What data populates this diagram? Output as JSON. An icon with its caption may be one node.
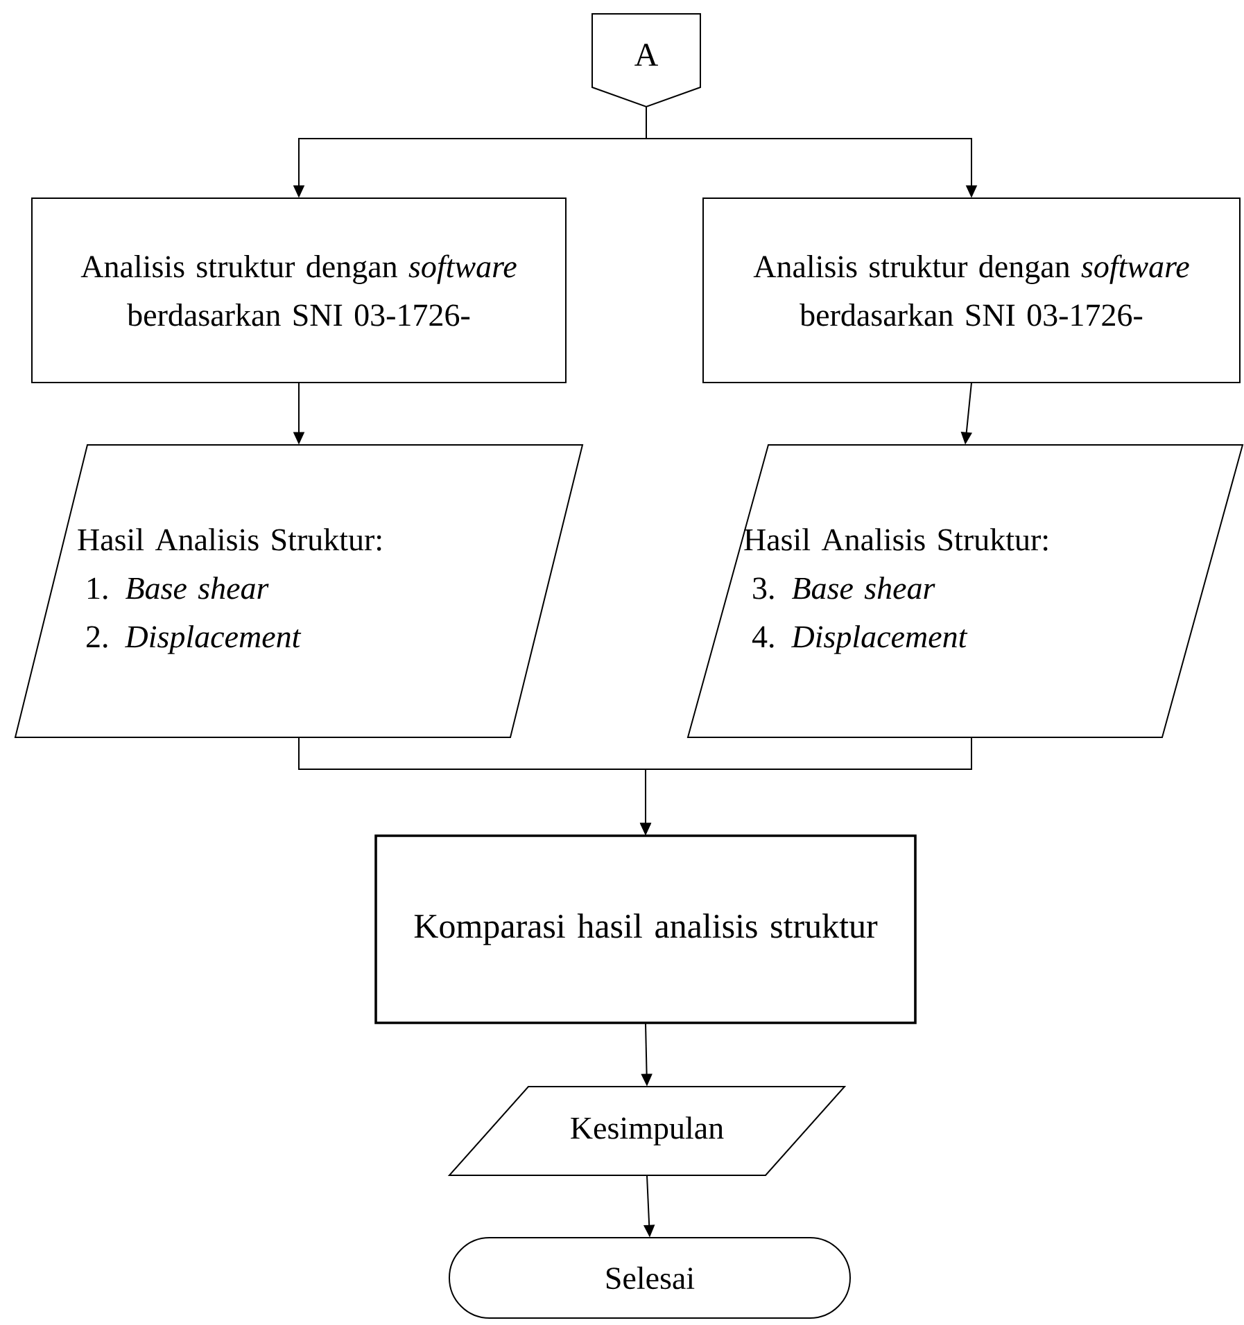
{
  "diagram": {
    "nodes": [
      {
        "text": [
          "A"
        ]
      },
      {
        "text": [
          "Analisis struktur dengan *software* berdasarkan SNI 03-1726-"
        ]
      },
      {
        "text": [
          "Analisis struktur dengan *software* berdasarkan SNI 03-1726-"
        ]
      },
      {
        "text": [
          "Hasil Analisis Struktur:",
          "1. *Base shear*",
          "2. *Displacement*"
        ]
      },
      {
        "text": [
          "Hasil Analisis Struktur:",
          "3. *Base shear*",
          "4. *Displacement*"
        ]
      },
      {
        "text": [
          "Komparasi hasil analisis struktur"
        ]
      },
      {
        "text": [
          "Kesimpulan"
        ]
      },
      {
        "text": [
          "Selesai"
        ]
      }
    ],
    "edges": [
      {
        "from": 0,
        "to": 1,
        "arrow": "to"
      },
      {
        "from": 0,
        "to": 2,
        "arrow": "to"
      },
      {
        "from": 1,
        "to": 3,
        "arrow": "to"
      },
      {
        "from": 2,
        "to": 4,
        "arrow": "to"
      },
      {
        "from": 3,
        "to": 5,
        "arrow": "to"
      },
      {
        "from": 4,
        "to": 5,
        "arrow": "to"
      },
      {
        "from": 5,
        "to": 6,
        "arrow": "to"
      },
      {
        "from": 6,
        "to": 7,
        "arrow": "to"
      }
    ]
  }
}
